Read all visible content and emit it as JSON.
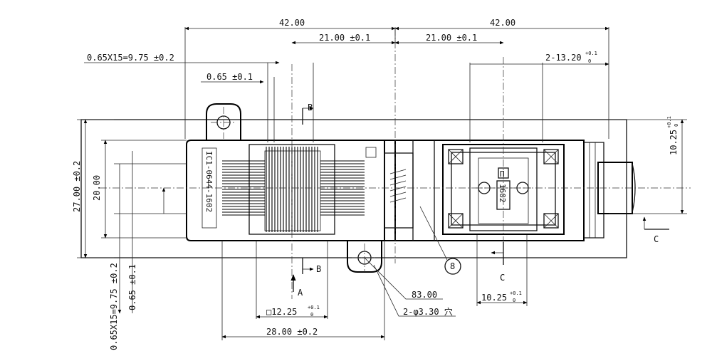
{
  "drawing": {
    "dims": {
      "left_width": "42.00",
      "right_width": "42.00",
      "left_half": "21.00 ±0.1",
      "right_half": "21.00 ±0.1",
      "chamfer_top": "0.65X15=9.75 ±0.2",
      "pitch_top": "0.65 ±0.1",
      "slot_pitch": "2-13.20",
      "slot_pitch_tol_upper": "+0.1",
      "slot_pitch_tol_lower": "0",
      "height_right": "10.25",
      "height_right_tol_upper": "+0.1",
      "height_right_tol_lower": "0",
      "overall_height": "27.00 ±0.2",
      "inner_height": "20.00",
      "chamfer_left": "0.65X15=9.75 ±0.2",
      "pitch_left": "0.65 ±0.1",
      "square_size": "□12.25",
      "square_tol_upper": "+0.1",
      "square_tol_lower": "0",
      "base_width": "28.00 ±0.2",
      "center_dist": "83.00",
      "hole_note": "2-φ3.30 穴",
      "bottom_right": "10.25",
      "bottom_right_tol_upper": "+0.1",
      "bottom_right_tol_lower": "0"
    },
    "section_labels": {
      "b_top": "B",
      "b_bottom": "B",
      "a": "A",
      "c_right": "C",
      "c_bottom": "C"
    },
    "part_labels": {
      "socket_id": "IC1-0644-1602",
      "lid_id": "1602",
      "lid_mark": "Π",
      "balloon": "8"
    }
  }
}
